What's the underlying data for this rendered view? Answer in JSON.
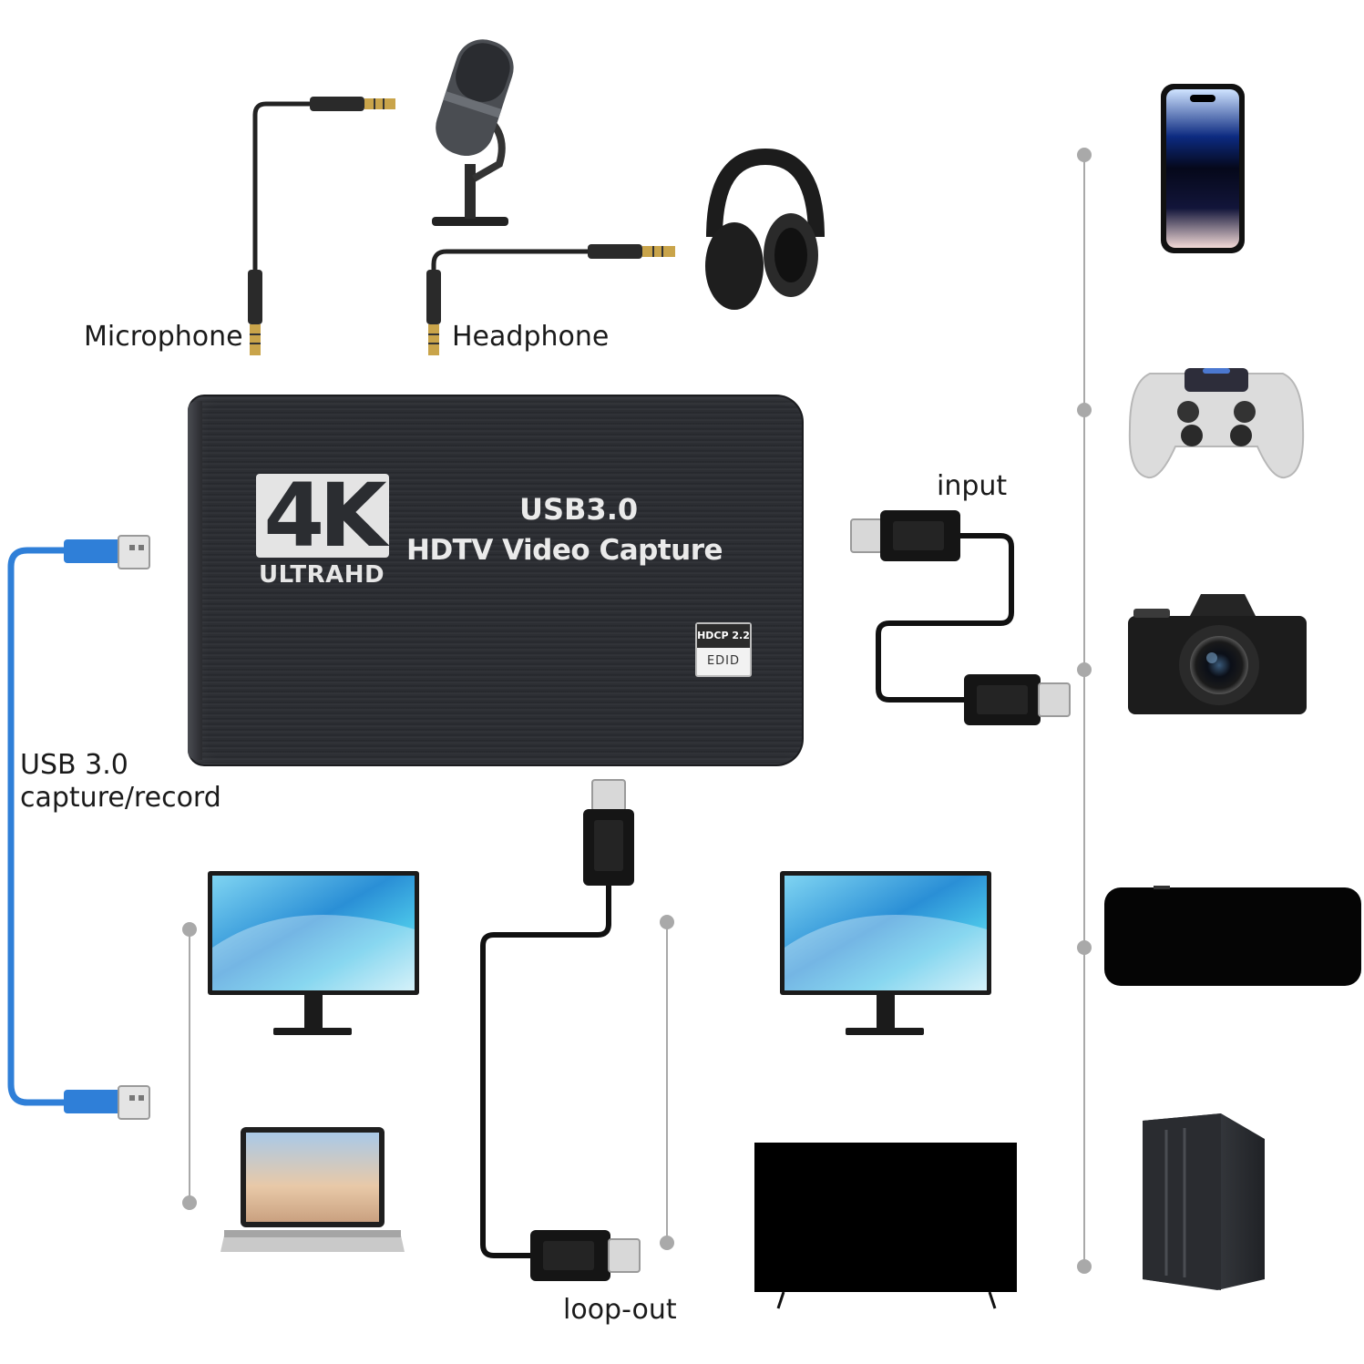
{
  "device": {
    "logo_4k": "4K",
    "logo_ultrahd": "ULTRAHD",
    "title_line1": "USB3.0",
    "title_line2": "HDTV Video Capture",
    "badge_top": "HDCP 2.2",
    "badge_bottom": "EDID"
  },
  "labels": {
    "microphone": "Microphone",
    "headphone": "Headphone",
    "input": "input",
    "usb_line1": "USB 3.0",
    "usb_line2": "capture/record",
    "loop_out": "loop-out"
  },
  "icons": {
    "source_devices": [
      "smartphone-icon",
      "game-controller-icon",
      "camera-icon",
      "set-top-box-icon",
      "desktop-pc-icon"
    ],
    "capture_outputs": [
      "monitor-icon",
      "laptop-icon"
    ],
    "loop_out_outputs": [
      "monitor-icon",
      "tv-icon"
    ],
    "audio": [
      "microphone-icon",
      "headphones-icon"
    ]
  },
  "colors": {
    "device_body": "#2c2e32",
    "usb_cable": "#2f7fd8",
    "hdmi_cable": "#111111",
    "bracket": "#a9a9a9"
  }
}
